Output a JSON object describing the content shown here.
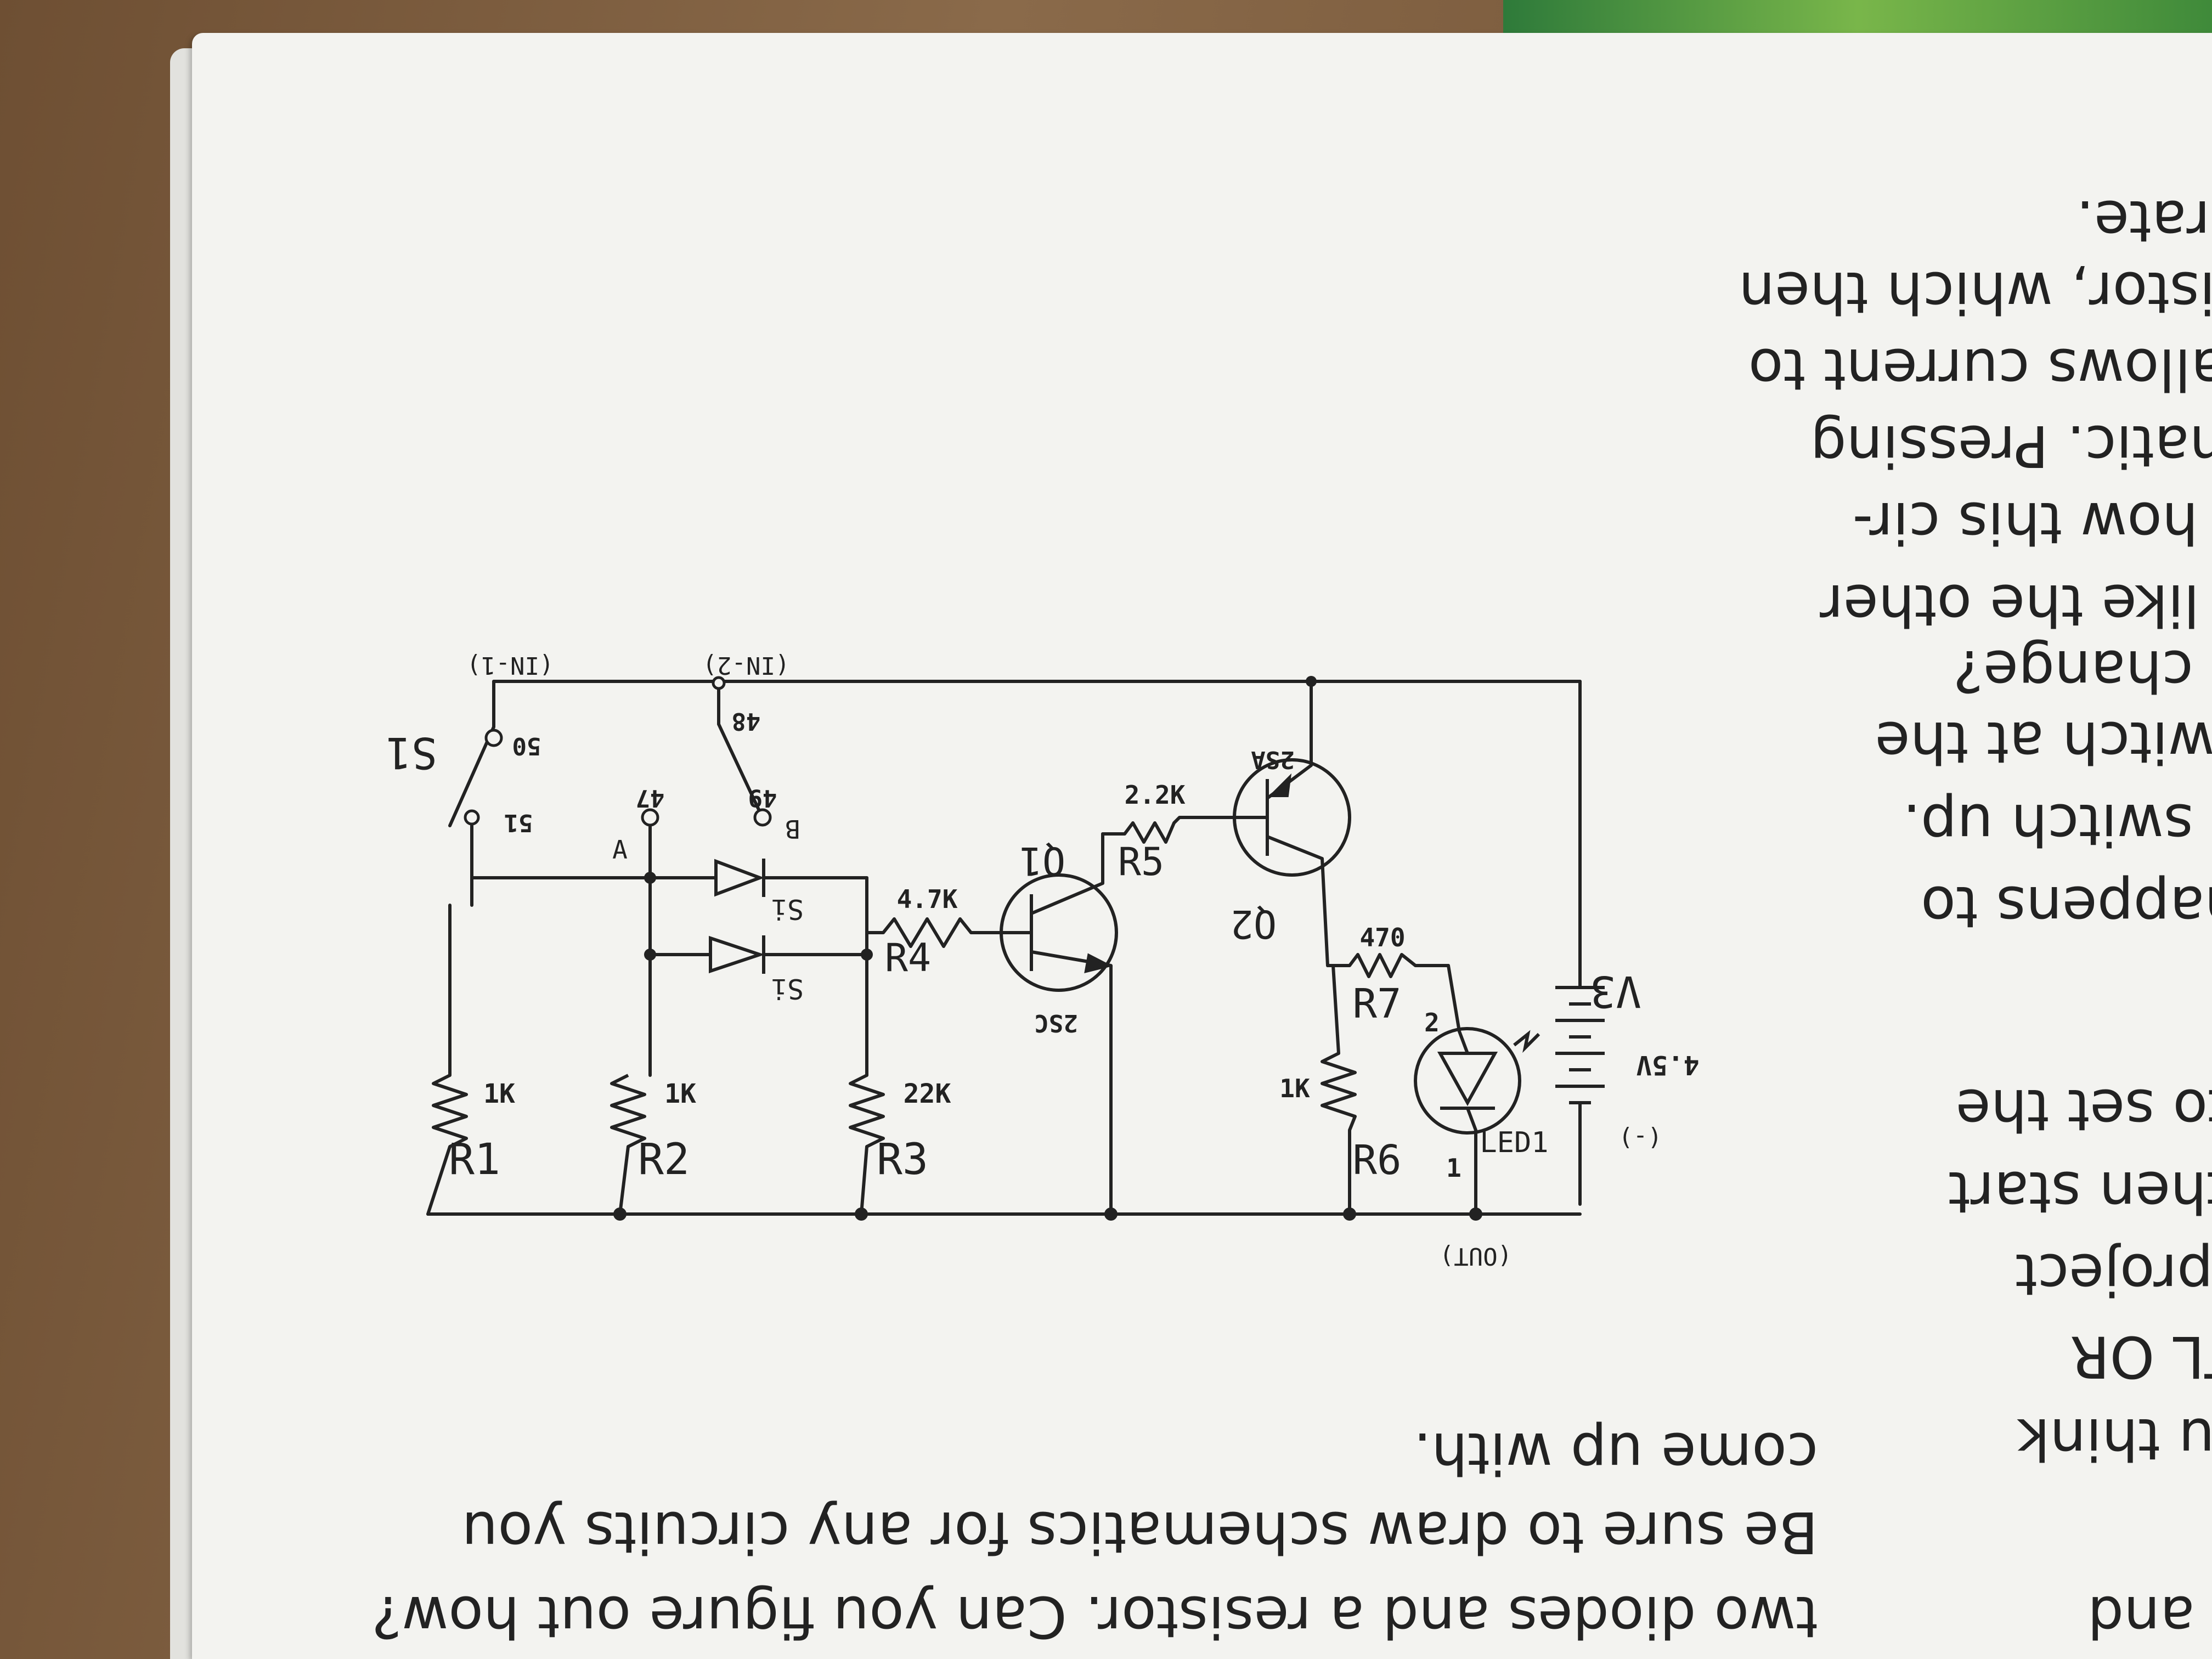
{
  "book_cover": {
    "text": ""
  },
  "page_text": [
    "two diodes and a resistor. Can you figure out how?",
    "Be sure to draw schematics for any circuits you",
    "come up with.",
    "you think",
    "DTL OR",
    "in project",
    "d then start",
    "e to set the",
    "at happens to",
    "lect switch up.",
    "ct switch at the",
    "any change?",
    "ves like the other",
    "see how this cir-",
    "hematic. Pressing",
    "up allows current to",
    "ansistor, which then",
    "operate.",
    "es and"
  ],
  "schematic": {
    "labels": {
      "in1": "(IN-1)",
      "in2": "(IN-2)",
      "out": "(OUT)",
      "s1": "S1",
      "t50": "50",
      "t51": "51",
      "t48": "48",
      "t49": "49",
      "t47": "47",
      "tA": "A",
      "tB": "B",
      "si1": "Si",
      "si2": "Si",
      "r1v": "1K",
      "r1n": "R1",
      "r2v": "1K",
      "r2n": "R2",
      "r3v": "22K",
      "r3n": "R3",
      "r4v": "4.7K",
      "r4n": "R4",
      "r5v": "2.2K",
      "r5n": "R5",
      "r6v": "1K",
      "r6n": "R6",
      "r7v": "470",
      "r7n": "R7",
      "q1n": "Q1",
      "q1t": "2SC",
      "q2n": "Q2",
      "q2t": "2SA",
      "ledn": "LED1",
      "led1": "1",
      "led2": "2",
      "v3n": "V3",
      "v3v": "4.5V",
      "v3m": "(-)"
    }
  }
}
